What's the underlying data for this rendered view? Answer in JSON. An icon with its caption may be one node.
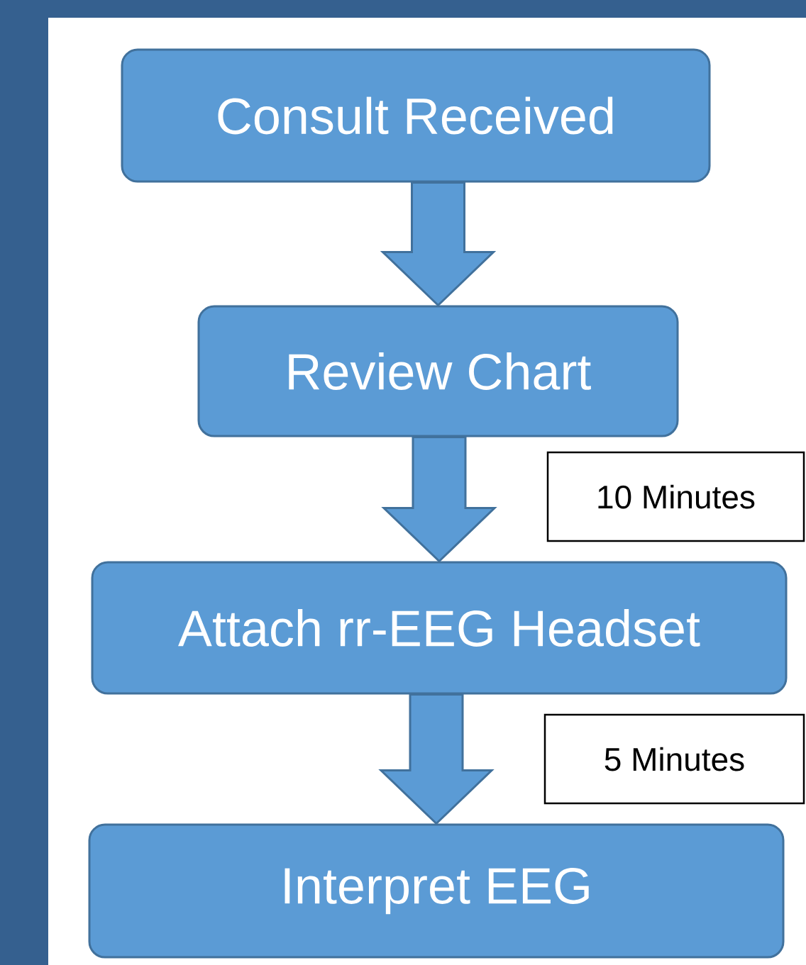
{
  "diagram": {
    "nodes": [
      {
        "text": [
          "Consult Received"
        ]
      },
      {
        "text": [
          "Review Chart"
        ]
      },
      {
        "text": [
          "Attach rr-EEG Headset"
        ]
      },
      {
        "text": [
          "Interpret EEG"
        ]
      },
      {
        "text": [
          "10 Minutes"
        ]
      },
      {
        "text": [
          "5 Minutes"
        ]
      }
    ],
    "edges": [
      {
        "from": 0,
        "to": 1,
        "arrow": "to"
      },
      {
        "from": 1,
        "to": 2,
        "arrow": "to"
      },
      {
        "from": 2,
        "to": 3,
        "arrow": "to"
      }
    ]
  }
}
